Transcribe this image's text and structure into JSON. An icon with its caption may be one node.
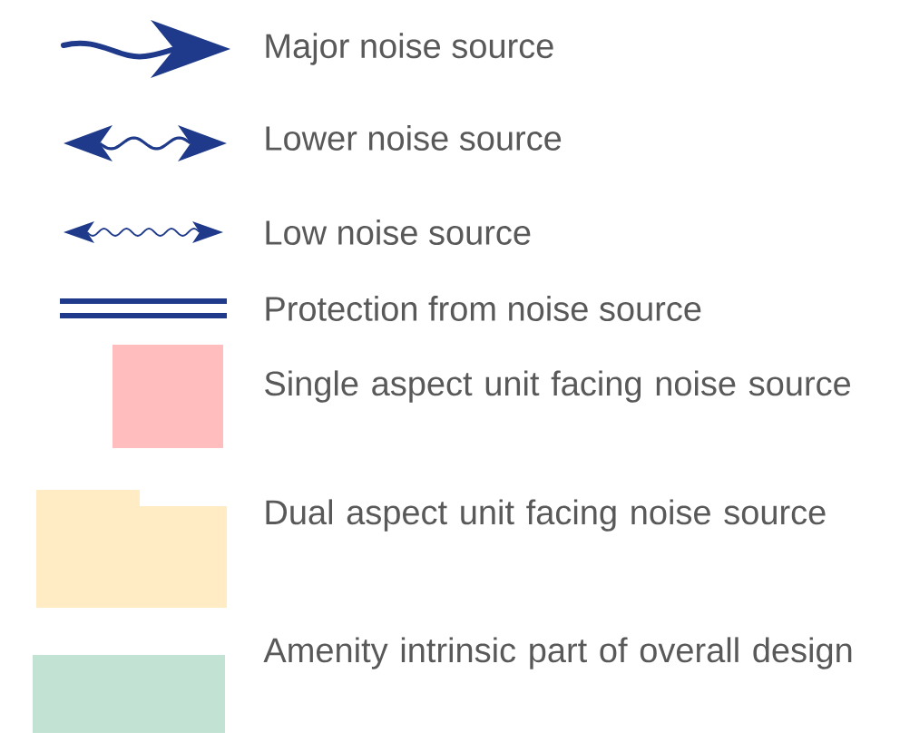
{
  "diagram": {
    "legend": [
      {
        "text": "Major noise source"
      },
      {
        "text": "Lower noise source"
      },
      {
        "text": "Low noise source"
      },
      {
        "text": "Protection from noise source"
      },
      {
        "text": "Single aspect unit facing noise source",
        "color": "#ffbdbd"
      },
      {
        "text": "Dual aspect unit facing noise source",
        "color": "#ffecc4"
      },
      {
        "text": "Amenity intrinsic part of overall design",
        "color": "#c2e3d4"
      }
    ]
  }
}
